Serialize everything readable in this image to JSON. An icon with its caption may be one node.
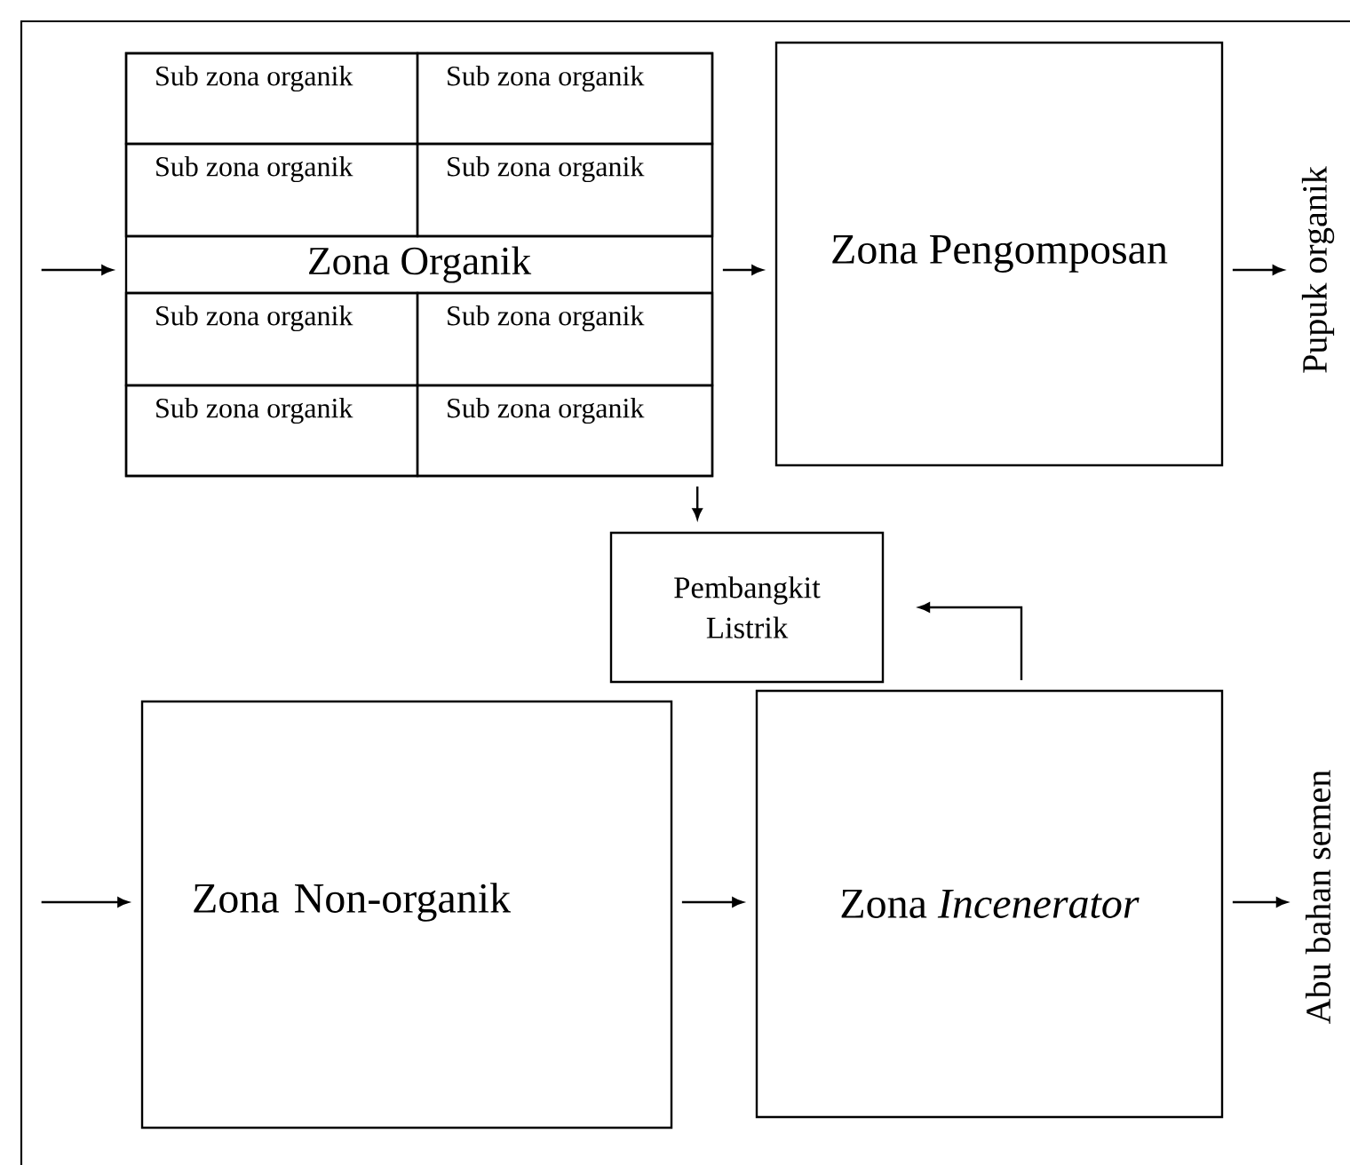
{
  "diagram": {
    "nodes": [
      {
        "text": [
          "Zona Organik"
        ]
      },
      {
        "text": [
          "Sub zona organik"
        ],
        "in": 0
      },
      {
        "text": [
          "Sub zona organik"
        ],
        "in": 0
      },
      {
        "text": [
          "Sub zona organik"
        ],
        "in": 0
      },
      {
        "text": [
          "Sub zona organik"
        ],
        "in": 0
      },
      {
        "text": [
          "Sub zona organik"
        ],
        "in": 0
      },
      {
        "text": [
          "Sub zona organik"
        ],
        "in": 0
      },
      {
        "text": [
          "Sub zona organik"
        ],
        "in": 0
      },
      {
        "text": [
          "Sub zona organik"
        ],
        "in": 0
      },
      {
        "text": [
          "Zona Pengomposan"
        ]
      },
      {
        "text": [
          "Pupuk organik"
        ]
      },
      {
        "text": [
          "Pembangkit Listrik"
        ]
      },
      {
        "text": [
          "Zona Non-organik"
        ]
      },
      {
        "text": [
          "Zona *Incenerator*"
        ]
      },
      {
        "text": [
          "Abu bahan semen"
        ]
      }
    ],
    "edges": [
      {
        "from": null,
        "to": 0,
        "arrow": "to"
      },
      {
        "from": 0,
        "to": 9,
        "arrow": "to"
      },
      {
        "from": 9,
        "to": 10,
        "arrow": "to"
      },
      {
        "from": 0,
        "to": 11,
        "arrow": "to"
      },
      {
        "from": 13,
        "to": 11,
        "arrow": "to"
      },
      {
        "from": null,
        "to": 12,
        "arrow": "to"
      },
      {
        "from": 12,
        "to": 13,
        "arrow": "to"
      },
      {
        "from": 13,
        "to": 14,
        "arrow": "to"
      }
    ]
  }
}
